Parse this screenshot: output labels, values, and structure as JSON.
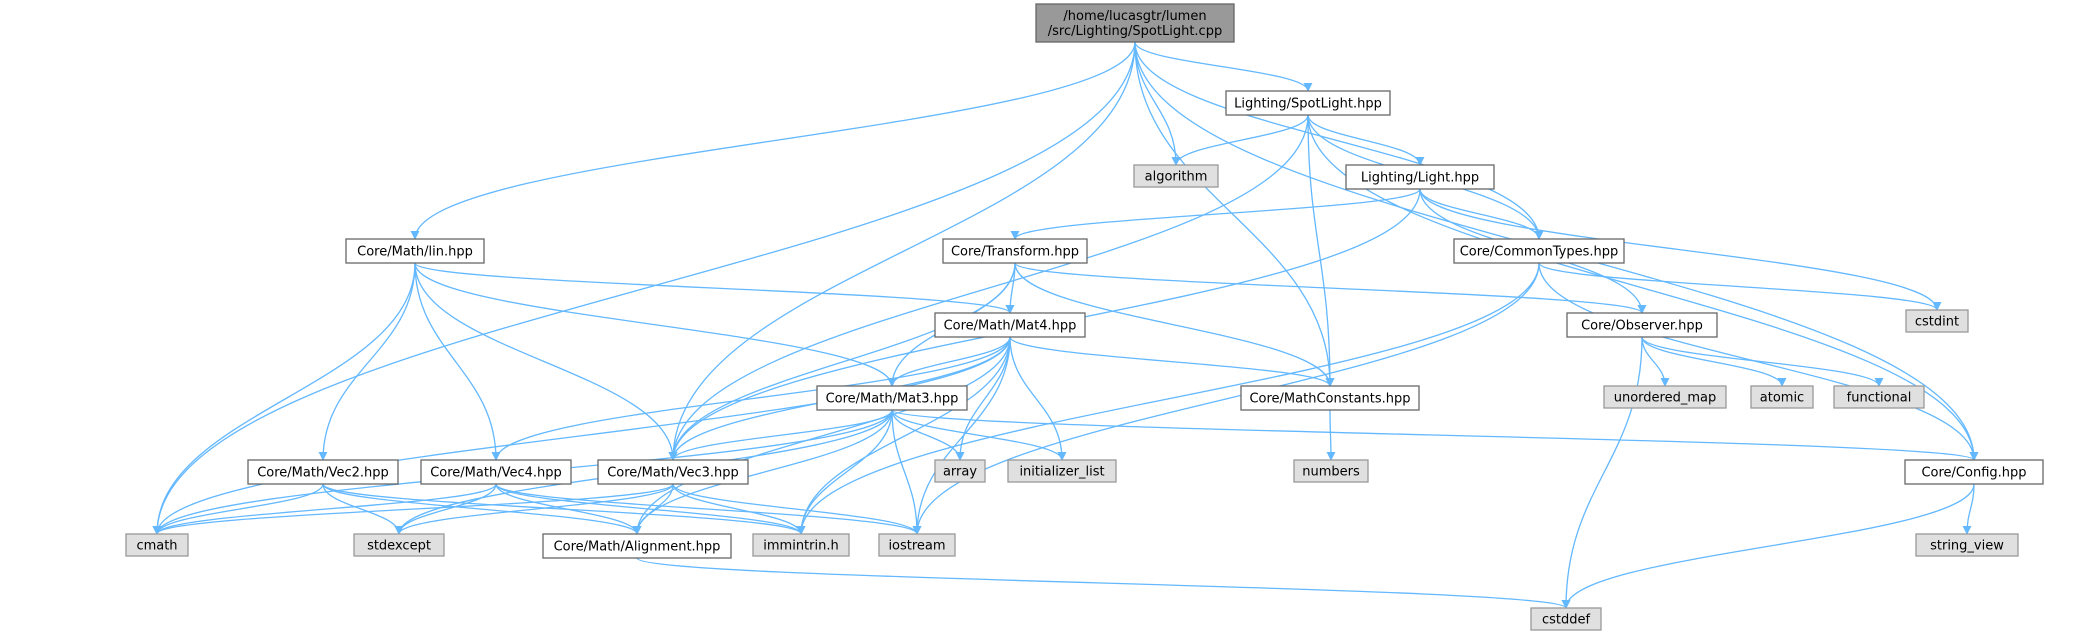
{
  "colors": {
    "edge": "#63b8ff",
    "root_fill": "#999999",
    "root_stroke": "#666666",
    "header_fill": "#ffffff",
    "header_stroke": "#666666",
    "system_fill": "#e0e0e0",
    "system_stroke": "#999999"
  },
  "nodes": [
    {
      "id": "spotlight_cpp",
      "kind": "root",
      "lines": [
        "/home/lucasgtr/lumen",
        "/src/Lighting/SpotLight.cpp"
      ]
    },
    {
      "id": "spotlight_hpp",
      "kind": "header",
      "lines": [
        "Lighting/SpotLight.hpp"
      ]
    },
    {
      "id": "algorithm",
      "kind": "system",
      "lines": [
        "algorithm"
      ]
    },
    {
      "id": "light_hpp",
      "kind": "header",
      "lines": [
        "Lighting/Light.hpp"
      ]
    },
    {
      "id": "lin_hpp",
      "kind": "header",
      "lines": [
        "Core/Math/lin.hpp"
      ]
    },
    {
      "id": "transform_hpp",
      "kind": "header",
      "lines": [
        "Core/Transform.hpp"
      ]
    },
    {
      "id": "commontypes_hpp",
      "kind": "header",
      "lines": [
        "Core/CommonTypes.hpp"
      ]
    },
    {
      "id": "cstdint",
      "kind": "system",
      "lines": [
        "cstdint"
      ]
    },
    {
      "id": "mat4_hpp",
      "kind": "header",
      "lines": [
        "Core/Math/Mat4.hpp"
      ]
    },
    {
      "id": "observer_hpp",
      "kind": "header",
      "lines": [
        "Core/Observer.hpp"
      ]
    },
    {
      "id": "mat3_hpp",
      "kind": "header",
      "lines": [
        "Core/Math/Mat3.hpp"
      ]
    },
    {
      "id": "mathconstants_hpp",
      "kind": "header",
      "lines": [
        "Core/MathConstants.hpp"
      ]
    },
    {
      "id": "unordered_map",
      "kind": "system",
      "lines": [
        "unordered_map"
      ]
    },
    {
      "id": "atomic",
      "kind": "system",
      "lines": [
        "atomic"
      ]
    },
    {
      "id": "functional",
      "kind": "system",
      "lines": [
        "functional"
      ]
    },
    {
      "id": "vec2_hpp",
      "kind": "header",
      "lines": [
        "Core/Math/Vec2.hpp"
      ]
    },
    {
      "id": "vec4_hpp",
      "kind": "header",
      "lines": [
        "Core/Math/Vec4.hpp"
      ]
    },
    {
      "id": "vec3_hpp",
      "kind": "header",
      "lines": [
        "Core/Math/Vec3.hpp"
      ]
    },
    {
      "id": "array",
      "kind": "system",
      "lines": [
        "array"
      ]
    },
    {
      "id": "initializer_list",
      "kind": "system",
      "lines": [
        "initializer_list"
      ]
    },
    {
      "id": "numbers",
      "kind": "system",
      "lines": [
        "numbers"
      ]
    },
    {
      "id": "config_hpp",
      "kind": "header",
      "lines": [
        "Core/Config.hpp"
      ]
    },
    {
      "id": "cmath",
      "kind": "system",
      "lines": [
        "cmath"
      ]
    },
    {
      "id": "stdexcept",
      "kind": "system",
      "lines": [
        "stdexcept"
      ]
    },
    {
      "id": "alignment_hpp",
      "kind": "header",
      "lines": [
        "Core/Math/Alignment.hpp"
      ]
    },
    {
      "id": "immintrin_h",
      "kind": "system",
      "lines": [
        "immintrin.h"
      ]
    },
    {
      "id": "iostream",
      "kind": "system",
      "lines": [
        "iostream"
      ]
    },
    {
      "id": "string_view",
      "kind": "system",
      "lines": [
        "string_view"
      ]
    },
    {
      "id": "cstddef",
      "kind": "system",
      "lines": [
        "cstddef"
      ]
    }
  ],
  "edges": [
    [
      "spotlight_cpp",
      "spotlight_hpp"
    ],
    [
      "spotlight_cpp",
      "algorithm"
    ],
    [
      "spotlight_cpp",
      "lin_hpp"
    ],
    [
      "spotlight_cpp",
      "commontypes_hpp"
    ],
    [
      "spotlight_cpp",
      "mathconstants_hpp"
    ],
    [
      "spotlight_cpp",
      "vec3_hpp"
    ],
    [
      "spotlight_cpp",
      "config_hpp"
    ],
    [
      "spotlight_cpp",
      "cmath"
    ],
    [
      "spotlight_hpp",
      "algorithm"
    ],
    [
      "spotlight_hpp",
      "light_hpp"
    ],
    [
      "spotlight_hpp",
      "commontypes_hpp"
    ],
    [
      "spotlight_hpp",
      "mathconstants_hpp"
    ],
    [
      "spotlight_hpp",
      "vec3_hpp"
    ],
    [
      "spotlight_hpp",
      "config_hpp"
    ],
    [
      "light_hpp",
      "transform_hpp"
    ],
    [
      "light_hpp",
      "commontypes_hpp"
    ],
    [
      "light_hpp",
      "observer_hpp"
    ],
    [
      "light_hpp",
      "cstdint"
    ],
    [
      "light_hpp",
      "vec3_hpp"
    ],
    [
      "lin_hpp",
      "mat4_hpp"
    ],
    [
      "lin_hpp",
      "mat3_hpp"
    ],
    [
      "lin_hpp",
      "vec2_hpp"
    ],
    [
      "lin_hpp",
      "vec4_hpp"
    ],
    [
      "lin_hpp",
      "vec3_hpp"
    ],
    [
      "lin_hpp",
      "cmath"
    ],
    [
      "transform_hpp",
      "mat4_hpp"
    ],
    [
      "transform_hpp",
      "mat3_hpp"
    ],
    [
      "transform_hpp",
      "vec3_hpp"
    ],
    [
      "transform_hpp",
      "observer_hpp"
    ],
    [
      "transform_hpp",
      "mathconstants_hpp"
    ],
    [
      "commontypes_hpp",
      "cstdint"
    ],
    [
      "commontypes_hpp",
      "config_hpp"
    ],
    [
      "commontypes_hpp",
      "immintrin_h"
    ],
    [
      "commontypes_hpp",
      "iostream"
    ],
    [
      "mat4_hpp",
      "mat3_hpp"
    ],
    [
      "mat4_hpp",
      "vec4_hpp"
    ],
    [
      "mat4_hpp",
      "vec3_hpp"
    ],
    [
      "mat4_hpp",
      "mathconstants_hpp"
    ],
    [
      "mat4_hpp",
      "array"
    ],
    [
      "mat4_hpp",
      "initializer_list"
    ],
    [
      "mat4_hpp",
      "cmath"
    ],
    [
      "mat4_hpp",
      "alignment_hpp"
    ],
    [
      "mat4_hpp",
      "immintrin_h"
    ],
    [
      "mat4_hpp",
      "iostream"
    ],
    [
      "observer_hpp",
      "unordered_map"
    ],
    [
      "observer_hpp",
      "atomic"
    ],
    [
      "observer_hpp",
      "functional"
    ],
    [
      "observer_hpp",
      "cstddef"
    ],
    [
      "mat3_hpp",
      "vec3_hpp"
    ],
    [
      "mat3_hpp",
      "array"
    ],
    [
      "mat3_hpp",
      "initializer_list"
    ],
    [
      "mat3_hpp",
      "config_hpp"
    ],
    [
      "mat3_hpp",
      "cmath"
    ],
    [
      "mat3_hpp",
      "stdexcept"
    ],
    [
      "mat3_hpp",
      "alignment_hpp"
    ],
    [
      "mat3_hpp",
      "immintrin_h"
    ],
    [
      "mat3_hpp",
      "iostream"
    ],
    [
      "mathconstants_hpp",
      "numbers"
    ],
    [
      "vec2_hpp",
      "cmath"
    ],
    [
      "vec2_hpp",
      "stdexcept"
    ],
    [
      "vec2_hpp",
      "alignment_hpp"
    ],
    [
      "vec2_hpp",
      "immintrin_h"
    ],
    [
      "vec4_hpp",
      "cmath"
    ],
    [
      "vec4_hpp",
      "stdexcept"
    ],
    [
      "vec4_hpp",
      "alignment_hpp"
    ],
    [
      "vec4_hpp",
      "immintrin_h"
    ],
    [
      "vec4_hpp",
      "iostream"
    ],
    [
      "vec3_hpp",
      "cmath"
    ],
    [
      "vec3_hpp",
      "stdexcept"
    ],
    [
      "vec3_hpp",
      "alignment_hpp"
    ],
    [
      "vec3_hpp",
      "immintrin_h"
    ],
    [
      "vec3_hpp",
      "iostream"
    ],
    [
      "config_hpp",
      "string_view"
    ],
    [
      "config_hpp",
      "cstddef"
    ],
    [
      "alignment_hpp",
      "cstddef"
    ]
  ]
}
